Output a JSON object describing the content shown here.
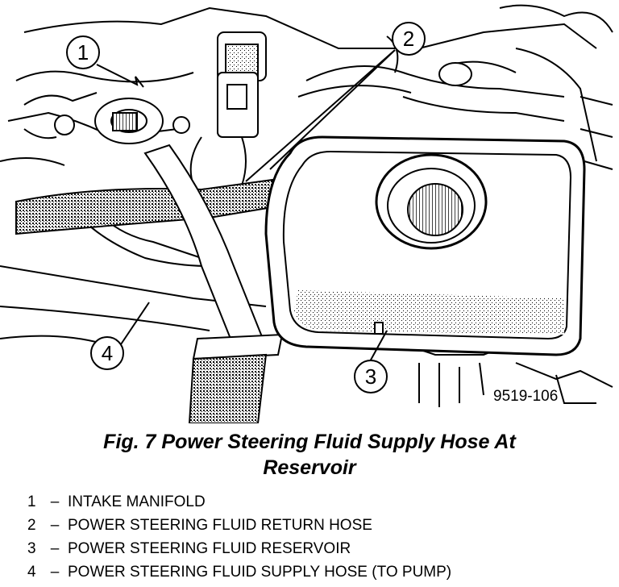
{
  "figure": {
    "id_label": "9519-106",
    "callouts": [
      "1",
      "2",
      "3",
      "4"
    ]
  },
  "caption": {
    "line1": "Fig. 7 Power Steering Fluid Supply Hose At",
    "line2": "Reservoir"
  },
  "legend": [
    {
      "num": "1",
      "dash": "–",
      "text": "INTAKE MANIFOLD"
    },
    {
      "num": "2",
      "dash": "–",
      "text": "POWER STEERING FLUID RETURN HOSE"
    },
    {
      "num": "3",
      "dash": "–",
      "text": "POWER STEERING FLUID RESERVOIR"
    },
    {
      "num": "4",
      "dash": "–",
      "text": "POWER STEERING FLUID SUPPLY HOSE (TO PUMP)"
    }
  ]
}
